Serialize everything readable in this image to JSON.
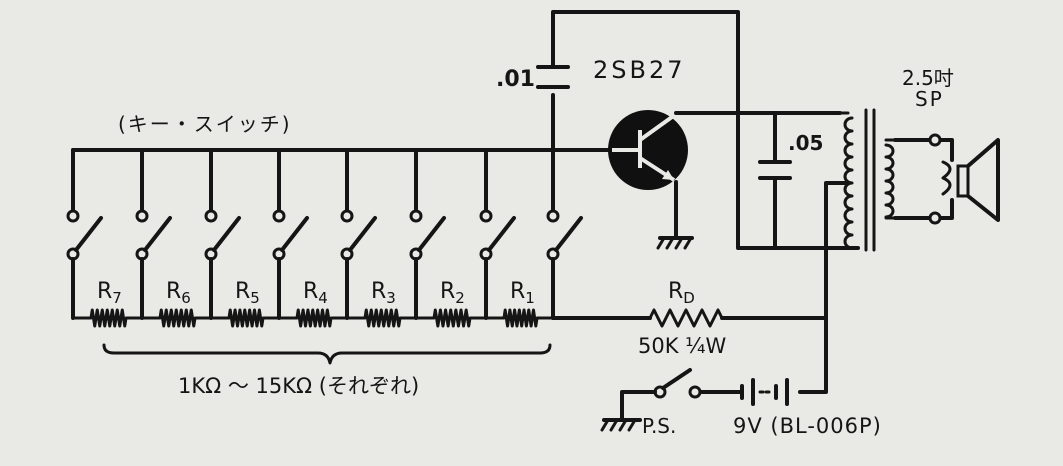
{
  "labels": {
    "cap_01": ".01",
    "transistor": "2SB27",
    "speaker_size": "2.5吋",
    "speaker": "SP",
    "key_switch": "(キー・スイッチ)",
    "cap_05": ".05",
    "rd": "R",
    "rd_sub": "D",
    "rd_value": "50K ¼W",
    "resistor_range": "1KΩ ～ 15KΩ (それぞれ)",
    "power_switch": "P.S.",
    "battery": "9V (BL-006P)"
  },
  "resistors": [
    {
      "name": "R",
      "sub": "7"
    },
    {
      "name": "R",
      "sub": "6"
    },
    {
      "name": "R",
      "sub": "5"
    },
    {
      "name": "R",
      "sub": "4"
    },
    {
      "name": "R",
      "sub": "3"
    },
    {
      "name": "R",
      "sub": "2"
    },
    {
      "name": "R",
      "sub": "1"
    }
  ]
}
